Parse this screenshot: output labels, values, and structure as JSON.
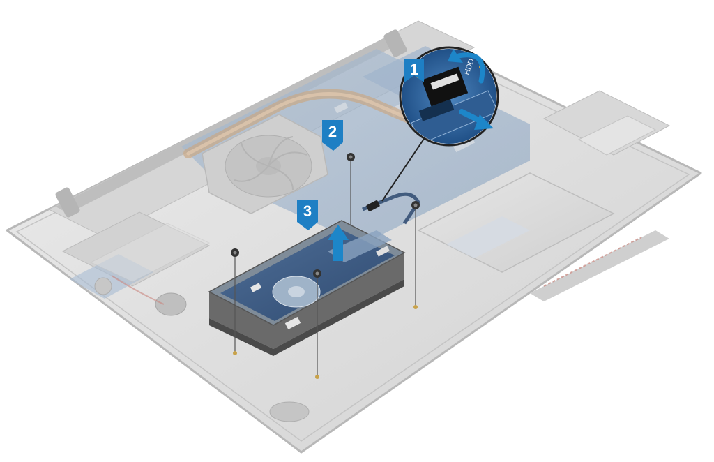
{
  "callouts": {
    "step1": "1",
    "step2": "2",
    "step3": "3"
  },
  "zoom": {
    "connector_label": "HDD"
  },
  "colors": {
    "callout_blue": "#1e7fc4",
    "arrow_blue": "#1d86c9",
    "board_blue": "#6b8fb5",
    "chassis_gray": "#dcdcdc",
    "frame_gray": "#c9c9c9"
  }
}
